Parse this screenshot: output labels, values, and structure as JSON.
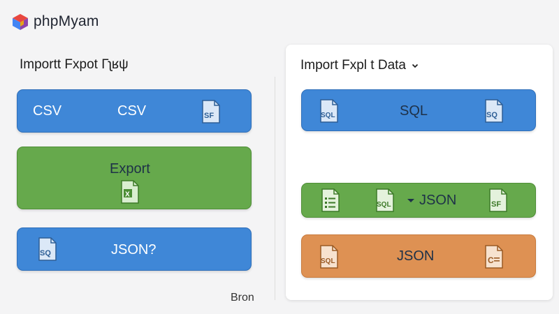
{
  "app": {
    "title": "phpMyam",
    "logo_icon": "php-cube-logo-icon",
    "logo_colors": [
      "#e8473f",
      "#4285f4",
      "#f4b400",
      "#0f9d58"
    ]
  },
  "left_panel": {
    "heading": "Importt Fxpot Γʅʁψ",
    "buttons": [
      {
        "name": "csv-button",
        "label_primary": "CSV",
        "label_secondary": "CSV",
        "icon": "sql-file-icon",
        "icon_text": "SF",
        "color": "#3f87d7"
      },
      {
        "name": "export-button",
        "label_primary": "Export",
        "icon": "excel-file-icon",
        "icon_text": "X",
        "color": "#66a94c"
      },
      {
        "name": "json-button",
        "label_primary": "JSON?",
        "icon": "sql-file-icon",
        "icon_text": "SQ",
        "color": "#3f87d7"
      }
    ],
    "status": "Bron"
  },
  "right_panel": {
    "heading": "Import Fxpl t Data",
    "heading_icon": "chevron-down-icon",
    "buttons": [
      {
        "name": "sql-button",
        "label_primary": "SQL",
        "icons": [
          "sql-file-icon",
          "sql-file-icon"
        ],
        "icon_texts": [
          "SQL",
          "SQ"
        ],
        "color": "#3f87d7"
      },
      {
        "name": "json-format-button",
        "label_primary": "JSON",
        "icons": [
          "list-file-icon",
          "sql-file-icon",
          "sql-file-icon"
        ],
        "icon_texts": [
          "",
          "SQL",
          "SF"
        ],
        "color": "#66a94c"
      },
      {
        "name": "json-export-button",
        "label_primary": "JSON",
        "icons": [
          "sql-file-icon",
          "code-file-icon"
        ],
        "icon_texts": [
          "SQL",
          "C"
        ],
        "color": "#de9153"
      }
    ]
  }
}
